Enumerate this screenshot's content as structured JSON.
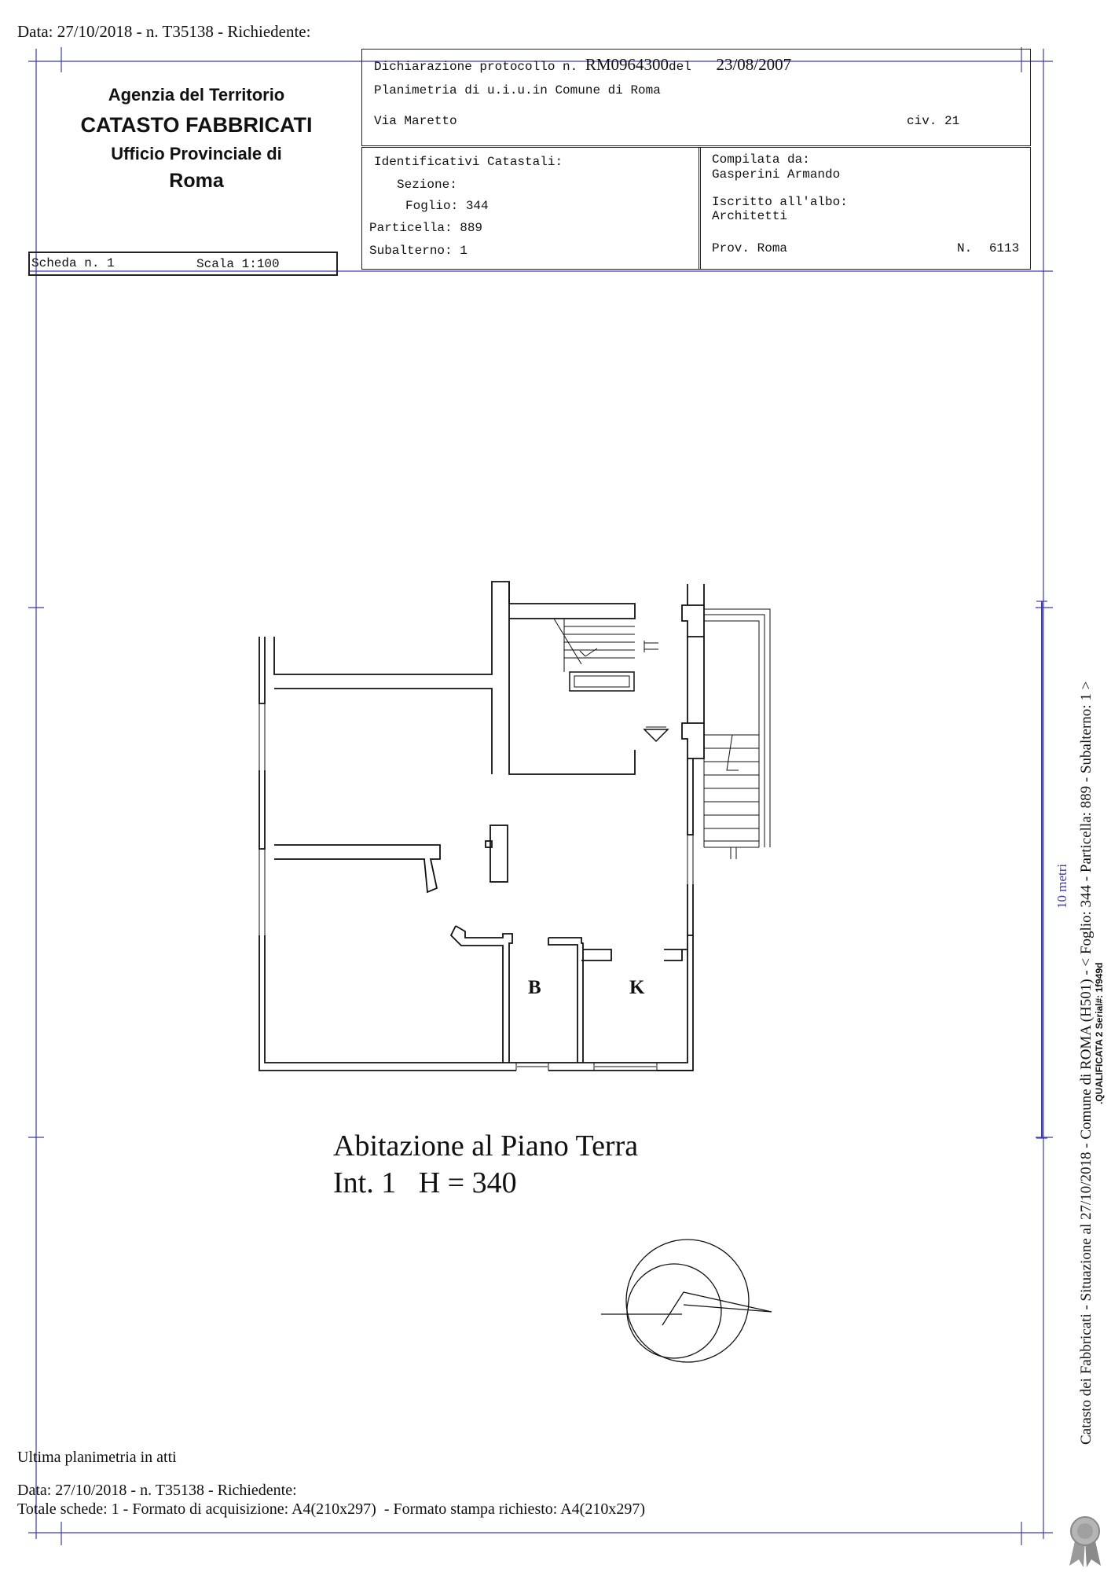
{
  "header_line": "Data: 27/10/2018 - n. T35138 - Richiedente:",
  "agency": {
    "name": "Agenzia del Territorio",
    "catasto": "CATASTO FABBRICATI",
    "office": "Ufficio Provinciale di",
    "city": "Roma"
  },
  "scheda": {
    "scheda_label": "Scheda n. 1",
    "scala_label": "Scala 1:100"
  },
  "protocol": {
    "label": "Dichiarazione protocollo n.",
    "number": "RM0964300",
    "del_label": "del",
    "date": "23/08/2007"
  },
  "planimetria": "Planimetria di u.i.u.in Comune di Roma",
  "address": {
    "street": "Via Maretto",
    "civ_label": "civ.",
    "civ_number": "21"
  },
  "identificativi": {
    "title": "Identificativi Catastali:",
    "sezione": "Sezione:",
    "foglio": "Foglio: 344",
    "particella": "Particella: 889",
    "subalterno": "Subalterno: 1"
  },
  "compilata": {
    "label": "Compilata da:",
    "name": "Gasperini Armando",
    "albo_label": "Iscritto all'albo:",
    "albo": "Architetti",
    "prov": "Prov. Roma",
    "n_label": "N.",
    "n_value": "6113"
  },
  "plan": {
    "room_b": "B",
    "room_k": "K",
    "title": "Abitazione al Piano Terra",
    "subtitle": "Int. 1   H = 340"
  },
  "side_text": "Catasto dei Fabbricati - Situazione al 27/10/2018 - Comune di ROMA (H501) - < Foglio: 344 - Particella: 889 - Subalterno: 1 >",
  "side_small": ".QUALIFICATA 2 Serial#: 1f949d",
  "scale_bar_label": "10 metri",
  "footer": {
    "ultima": "Ultima planimetria in atti",
    "data_line": "Data: 27/10/2018 - n. T35138 - Richiedente:",
    "totale": "Totale schede: 1 - Formato di acquisizione: A4(210x297)  - Formato stampa richiesto: A4(210x297)"
  },
  "colors": {
    "frame": "#3b3bb0",
    "ink": "#111111"
  }
}
